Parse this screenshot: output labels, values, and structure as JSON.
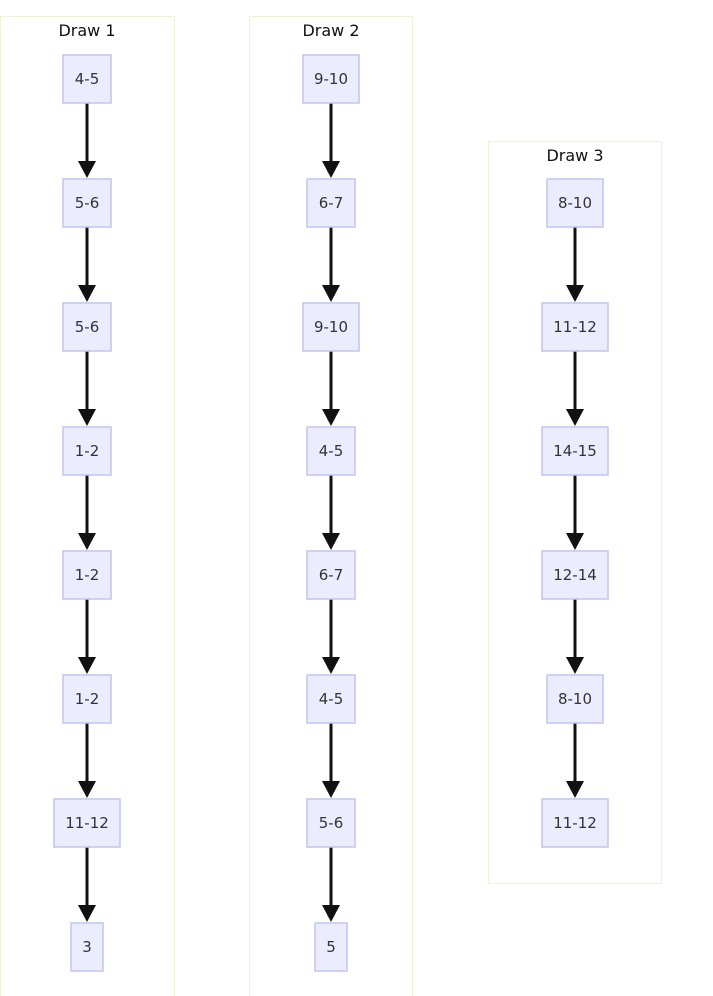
{
  "diagram": {
    "clusters": [
      {
        "title": "Draw 1",
        "nodes": [
          "4-5",
          "5-6",
          "5-6",
          "1-2",
          "1-2",
          "1-2",
          "11-12",
          "3"
        ]
      },
      {
        "title": "Draw 2",
        "nodes": [
          "9-10",
          "6-7",
          "9-10",
          "4-5",
          "6-7",
          "4-5",
          "5-6",
          "5"
        ]
      },
      {
        "title": "Draw 3",
        "nodes": [
          "8-10",
          "11-12",
          "14-15",
          "12-14",
          "8-10",
          "11-12"
        ]
      }
    ],
    "colors": {
      "node_fill": "#ececff",
      "node_stroke": "#c4c3f0",
      "cluster_stroke": "#f1f1d8",
      "edge": "#111111"
    }
  }
}
